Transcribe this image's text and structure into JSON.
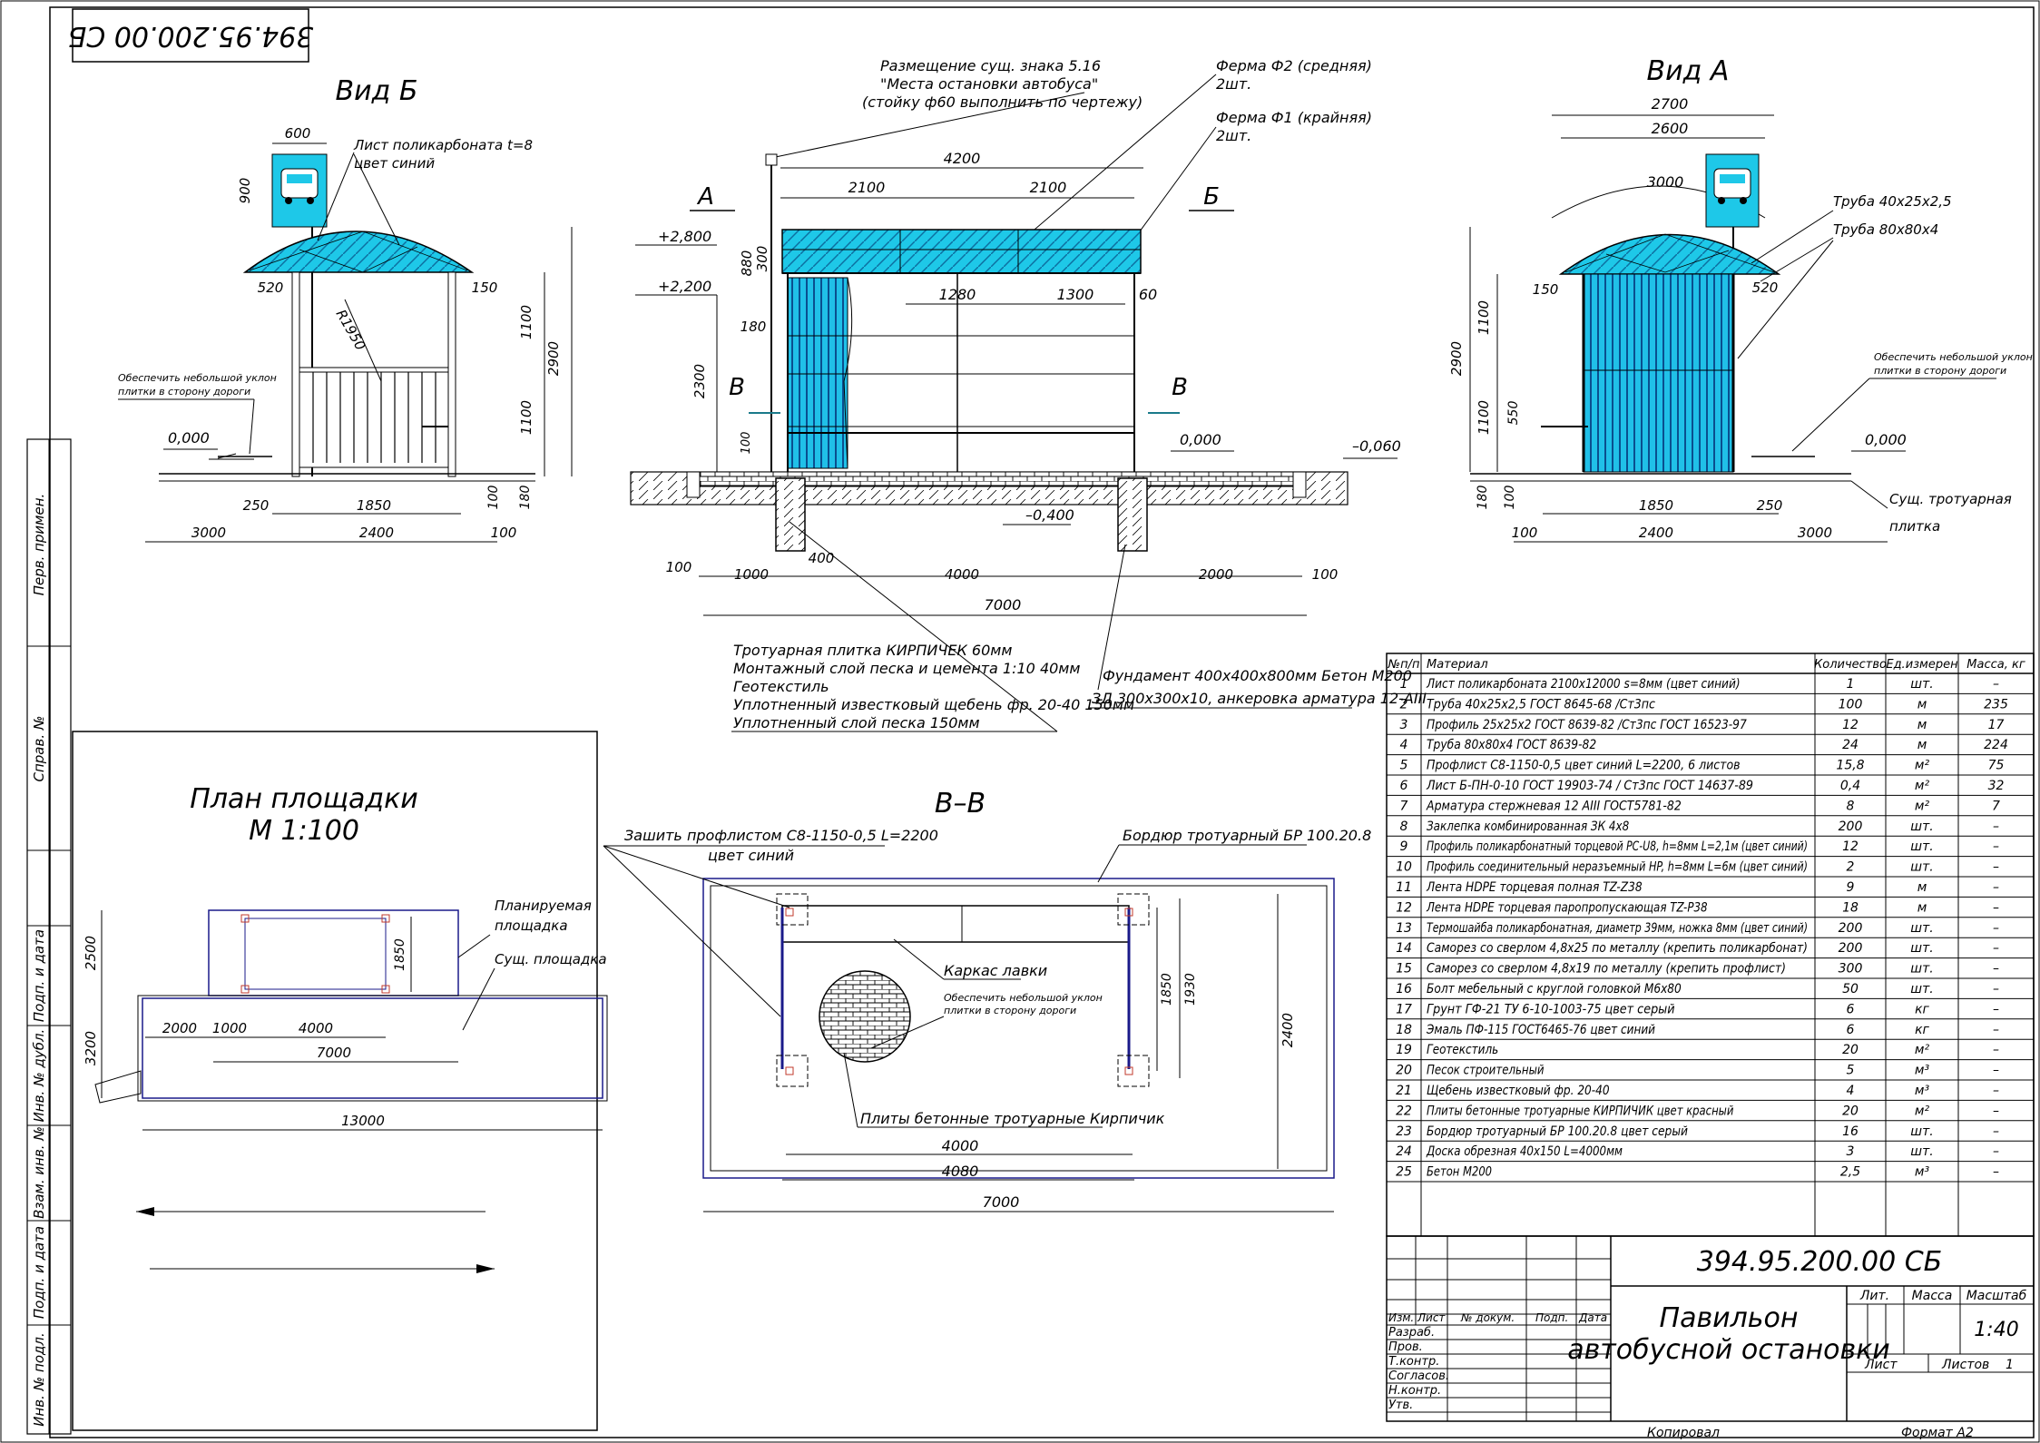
{
  "stamp_code": "394.95.200.00 СБ",
  "views": {
    "view_b": "Вид Б",
    "view_a": "Вид А",
    "site_plan_title": "План площадки",
    "site_plan_scale": "М 1:100",
    "section_vv": "В–В"
  },
  "view_b": {
    "sign_w": "600",
    "sign_h": "900",
    "polycarb_note_1": "Лист поликарбоната t=8",
    "polycarb_note_2": "цвет синий",
    "d520": "520",
    "d150": "150",
    "r1950": "R1950",
    "d1100a": "1100",
    "d1100b": "1100",
    "d2900": "2900",
    "slope_1": "Обеспечить небольшой уклон",
    "slope_2": "плитки в сторону дороги",
    "level0": "0,000",
    "d250": "250",
    "d1850": "1850",
    "d100a": "100",
    "d180": "180",
    "d3000": "3000",
    "d2400": "2400",
    "d100b": "100"
  },
  "front": {
    "sign_note_1": "Размещение сущ. знака 5.16",
    "sign_note_2": "\"Места остановки автобуса\"",
    "sign_note_3": "(стойку ф60 выполнить по чертежу)",
    "truss_f2": "Ферма Ф2 (средняя)",
    "truss_f2_qty": "2шт.",
    "truss_f1": "Ферма Ф1 (крайняя)",
    "truss_f1_qty": "2шт.",
    "d4200": "4200",
    "d2100a": "2100",
    "d2100b": "2100",
    "arrow_a": "А",
    "arrow_b": "Б",
    "lvl2800": "+2,800",
    "lvl2200": "+2,200",
    "d880": "880",
    "d300": "300",
    "d1280": "1280",
    "d1300": "1300",
    "d60": "60",
    "d180": "180",
    "d2300": "2300",
    "d100": "100",
    "arrow_v": "В",
    "lvl0": "0,000",
    "lvl060": "–0,060",
    "lvl400": "–0,400",
    "d400": "400",
    "b100a": "100",
    "b1000": "1000",
    "b4000": "4000",
    "b2000": "2000",
    "b100b": "100",
    "b7000": "7000",
    "layers": [
      "Тротуарная плитка КИРПИЧЕК 60мм",
      "Монтажный слой песка и цемента 1:10 40мм",
      "Геотекстиль",
      "Уплотненный известковый щебень фр. 20-40 150мм",
      "Уплотненный слой песка 150мм"
    ],
    "foundation_1": "Фундамент 400х400х800мм Бетон М200",
    "foundation_2": "ЗД 300х300х10, анкеровка арматура 12-АIII"
  },
  "view_a": {
    "d2700": "2700",
    "d2600": "2600",
    "d3000arc": "3000",
    "pipe1": "Труба 40х25х2,5",
    "pipe2": "Труба 80х80х4",
    "d150": "150",
    "d520": "520",
    "d1100a": "1100",
    "d1100b": "1100",
    "d2900": "2900",
    "d550": "550",
    "slope_1": "Обеспечить небольшой уклон",
    "slope_2": "плитки в сторону дороги",
    "lvl0": "0,000",
    "d180": "180",
    "d100a": "100",
    "d1850": "1850",
    "d250": "250",
    "tile_1": "Сущ. тротуарная",
    "tile_2": "плитка",
    "d100b": "100",
    "d2400": "2400",
    "d3000": "3000"
  },
  "plan": {
    "planned_1": "Планируемая",
    "planned_2": "площадка",
    "existing": "Сущ. площадка",
    "d2500": "2500",
    "d1850": "1850",
    "d3200": "3200",
    "d2000": "2000",
    "d1000": "1000",
    "d4000": "4000",
    "d7000": "7000",
    "d13000": "13000"
  },
  "section": {
    "cladding_1": "Зашить профлистом С8-1150-0,5 L=2200",
    "cladding_2": "цвет синий",
    "curb": "Бордюр тротуарный БР 100.20.8",
    "bench": "Каркас лавки",
    "slope_1": "Обеспечить небольшой уклон",
    "slope_2": "плитки в сторону дороги",
    "slabs": "Плиты бетонные тротуарные Кирпичик",
    "d1850": "1850",
    "d1930": "1930",
    "d2400": "2400",
    "d4000": "4000",
    "d4080": "4080",
    "d7000": "7000"
  },
  "spec": {
    "headers": [
      "№п/п",
      "Материал",
      "Количество",
      "Ед.измерен",
      "Масса, кг"
    ],
    "rows": [
      [
        "1",
        "Лист поликарбоната 2100х12000 s=8мм (цвет синий)",
        "1",
        "шт.",
        "–"
      ],
      [
        "2",
        "Труба 40х25х2,5 ГОСТ 8645-68 /Ст3пс",
        "100",
        "м",
        "235"
      ],
      [
        "3",
        "Профиль 25х25х2 ГОСТ 8639-82 /Ст3пс ГОСТ 16523-97",
        "12",
        "м",
        "17"
      ],
      [
        "4",
        "Труба 80х80х4 ГОСТ 8639-82",
        "24",
        "м",
        "224"
      ],
      [
        "5",
        "Профлист С8-1150-0,5 цвет синий L=2200, 6 листов",
        "15,8",
        "м²",
        "75"
      ],
      [
        "6",
        "Лист Б-ПН-0-10 ГОСТ 19903-74 / Ст3пс ГОСТ 14637-89",
        "0,4",
        "м²",
        "32"
      ],
      [
        "7",
        "Арматура стержневая 12 AIII ГОСТ5781-82",
        "8",
        "м²",
        "7"
      ],
      [
        "8",
        "Заклепка комбинированная ЗК 4х8",
        "200",
        "шт.",
        "–"
      ],
      [
        "9",
        "Профиль поликарбонатный торцевой PC-U8, h=8мм L=2,1м (цвет синий)",
        "12",
        "шт.",
        "–"
      ],
      [
        "10",
        "Профиль соединительный неразъемный HP, h=8мм L=6м (цвет синий)",
        "2",
        "шт.",
        "–"
      ],
      [
        "11",
        "Лента HDPE торцевая полная TZ-Z38",
        "9",
        "м",
        "–"
      ],
      [
        "12",
        "Лента HDPE торцевая паропропускающая TZ-P38",
        "18",
        "м",
        "–"
      ],
      [
        "13",
        "Термошайба поликарбонатная, диаметр 39мм, ножка 8мм (цвет синий)",
        "200",
        "шт.",
        "–"
      ],
      [
        "14",
        "Саморез со сверлом 4,8х25 по металлу (крепить поликарбонат)",
        "200",
        "шт.",
        "–"
      ],
      [
        "15",
        "Саморез со сверлом 4,8х19 по металлу (крепить профлист)",
        "300",
        "шт.",
        "–"
      ],
      [
        "16",
        "Болт мебельный с круглой головкой М6х80",
        "50",
        "шт.",
        "–"
      ],
      [
        "17",
        "Грунт ГФ-21 ТУ 6-10-1003-75 цвет серый",
        "6",
        "кг",
        "–"
      ],
      [
        "18",
        "Эмаль ПФ-115 ГОСТ6465-76 цвет синий",
        "6",
        "кг",
        "–"
      ],
      [
        "19",
        "Геотекстиль",
        "20",
        "м²",
        "–"
      ],
      [
        "20",
        "Песок строительный",
        "5",
        "м³",
        "–"
      ],
      [
        "21",
        "Щебень известковый фр. 20-40",
        "4",
        "м³",
        "–"
      ],
      [
        "22",
        "Плиты бетонные тротуарные КИРПИЧИК цвет красный",
        "20",
        "м²",
        "–"
      ],
      [
        "23",
        "Бордюр тротуарный БР 100.20.8 цвет серый",
        "16",
        "шт.",
        "–"
      ],
      [
        "24",
        "Доска обрезная 40х150 L=4000мм",
        "3",
        "шт.",
        "–"
      ],
      [
        "25",
        "Бетон М200",
        "2,5",
        "м³",
        "–"
      ]
    ]
  },
  "title_block": {
    "code": "394.95.200.00 СБ",
    "name_1": "Павильон",
    "name_2": "автобусной остановки",
    "lit": "Лит.",
    "mass": "Масса",
    "scale_label": "Масштаб",
    "scale": "1:40",
    "sheet": "Лист",
    "sheets": "Листов",
    "sheets_n": "1",
    "col_izm": "Изм.",
    "col_list": "Лист",
    "col_doc": "№ докум.",
    "col_sign": "Подп.",
    "col_date": "Дата",
    "roles": [
      "Разраб.",
      "Пров.",
      "Т.контр.",
      "Согласов.",
      "Н.контр.",
      "Утв."
    ],
    "copied": "Копировал",
    "format": "Формат   А2"
  },
  "side_strip": [
    "Перв. примен.",
    "Справ. №",
    "Подп. и дата",
    "Инв. № дубл.",
    "Взам. инв. №",
    "Подп. и дата",
    "Инв. № подл."
  ]
}
